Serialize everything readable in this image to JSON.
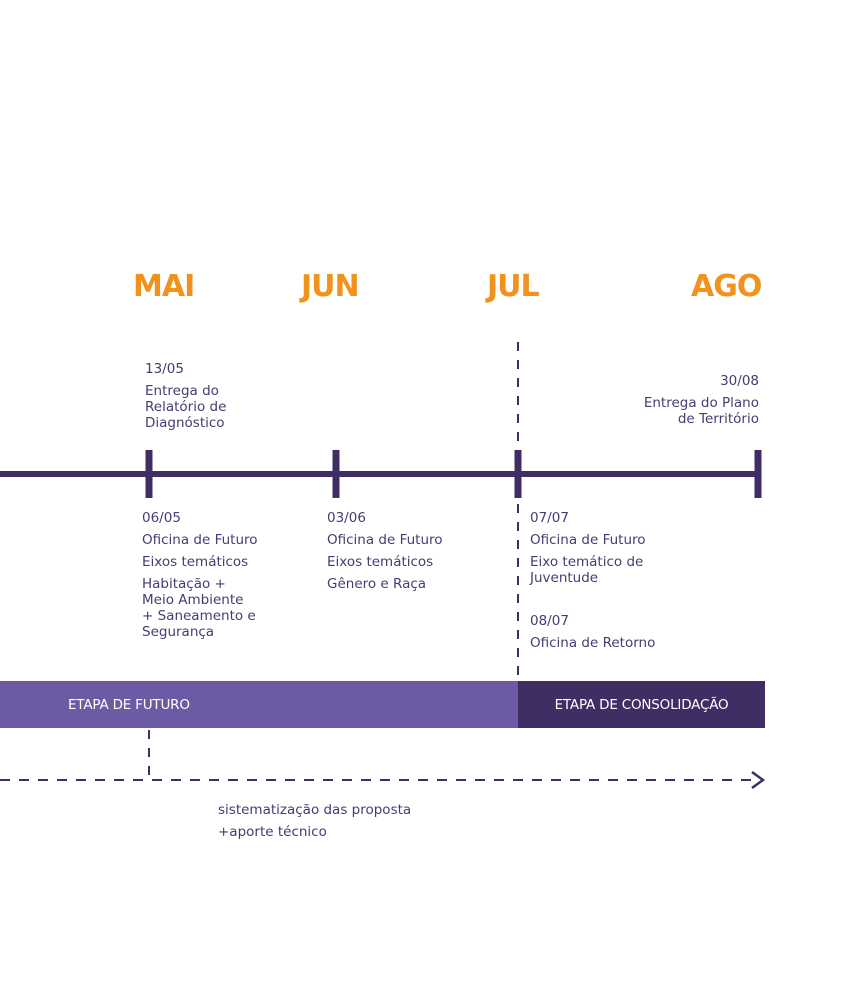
{
  "months": [
    "MAI",
    "JUN",
    "JUL",
    "AGO"
  ],
  "top_events": [
    {
      "date": "13/05",
      "lines": [
        "Entrega do",
        "Relatório de",
        "Diagnóstico"
      ]
    },
    {
      "date": "30/08",
      "lines": [
        "Entrega do Plano",
        "de Território"
      ]
    }
  ],
  "bottom_events": [
    {
      "date": "06/05",
      "items": [
        "Oficina de Futuro",
        "Eixos temáticos",
        "Habitação +\nMeio Ambiente\n+ Saneamento e\nSegurança"
      ]
    },
    {
      "date": "03/06",
      "items": [
        "Oficina de Futuro",
        "Eixos temáticos",
        "Gênero e Raça"
      ]
    },
    {
      "date": "07/07",
      "items": [
        "Oficina de Futuro",
        "Eixo temático de\nJuventude"
      ]
    },
    {
      "date": "08/07",
      "items": [
        "Oficina de Retorno"
      ]
    }
  ],
  "stages": {
    "futuro": "ETAPA DE FUTURO",
    "consolidacao": "ETAPA DE CONSOLIDAÇÃO"
  },
  "process_note": [
    "sistematização das proposta",
    "+aporte técnico"
  ],
  "colors": {
    "accent_orange": "#f0921c",
    "timeline_purple": "#3f2d63",
    "stage_light": "#6c5aa4",
    "stage_dark": "#3f2d63",
    "text": "#4a3a73"
  }
}
